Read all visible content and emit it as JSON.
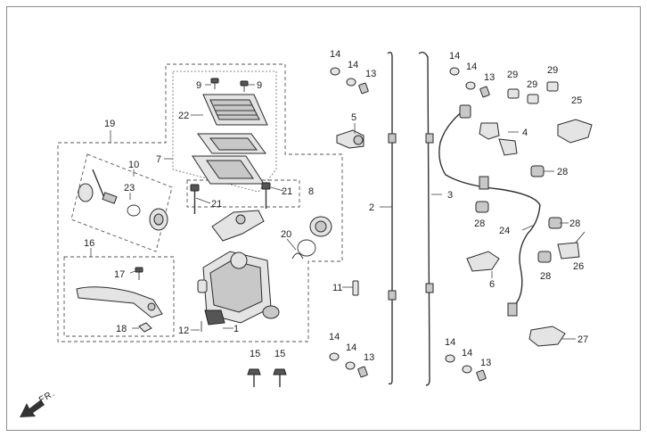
{
  "diagram": {
    "callouts": [
      "1",
      "2",
      "3",
      "4",
      "5",
      "6",
      "7",
      "8",
      "9",
      "9",
      "10",
      "11",
      "12",
      "13",
      "13",
      "13",
      "13",
      "14",
      "14",
      "14",
      "14",
      "14",
      "14",
      "14",
      "14",
      "15",
      "15",
      "16",
      "17",
      "18",
      "19",
      "20",
      "21",
      "21",
      "22",
      "23",
      "24",
      "25",
      "26",
      "27",
      "28",
      "28",
      "28",
      "28",
      "29",
      "29",
      "29"
    ],
    "direction_label": "FR."
  }
}
